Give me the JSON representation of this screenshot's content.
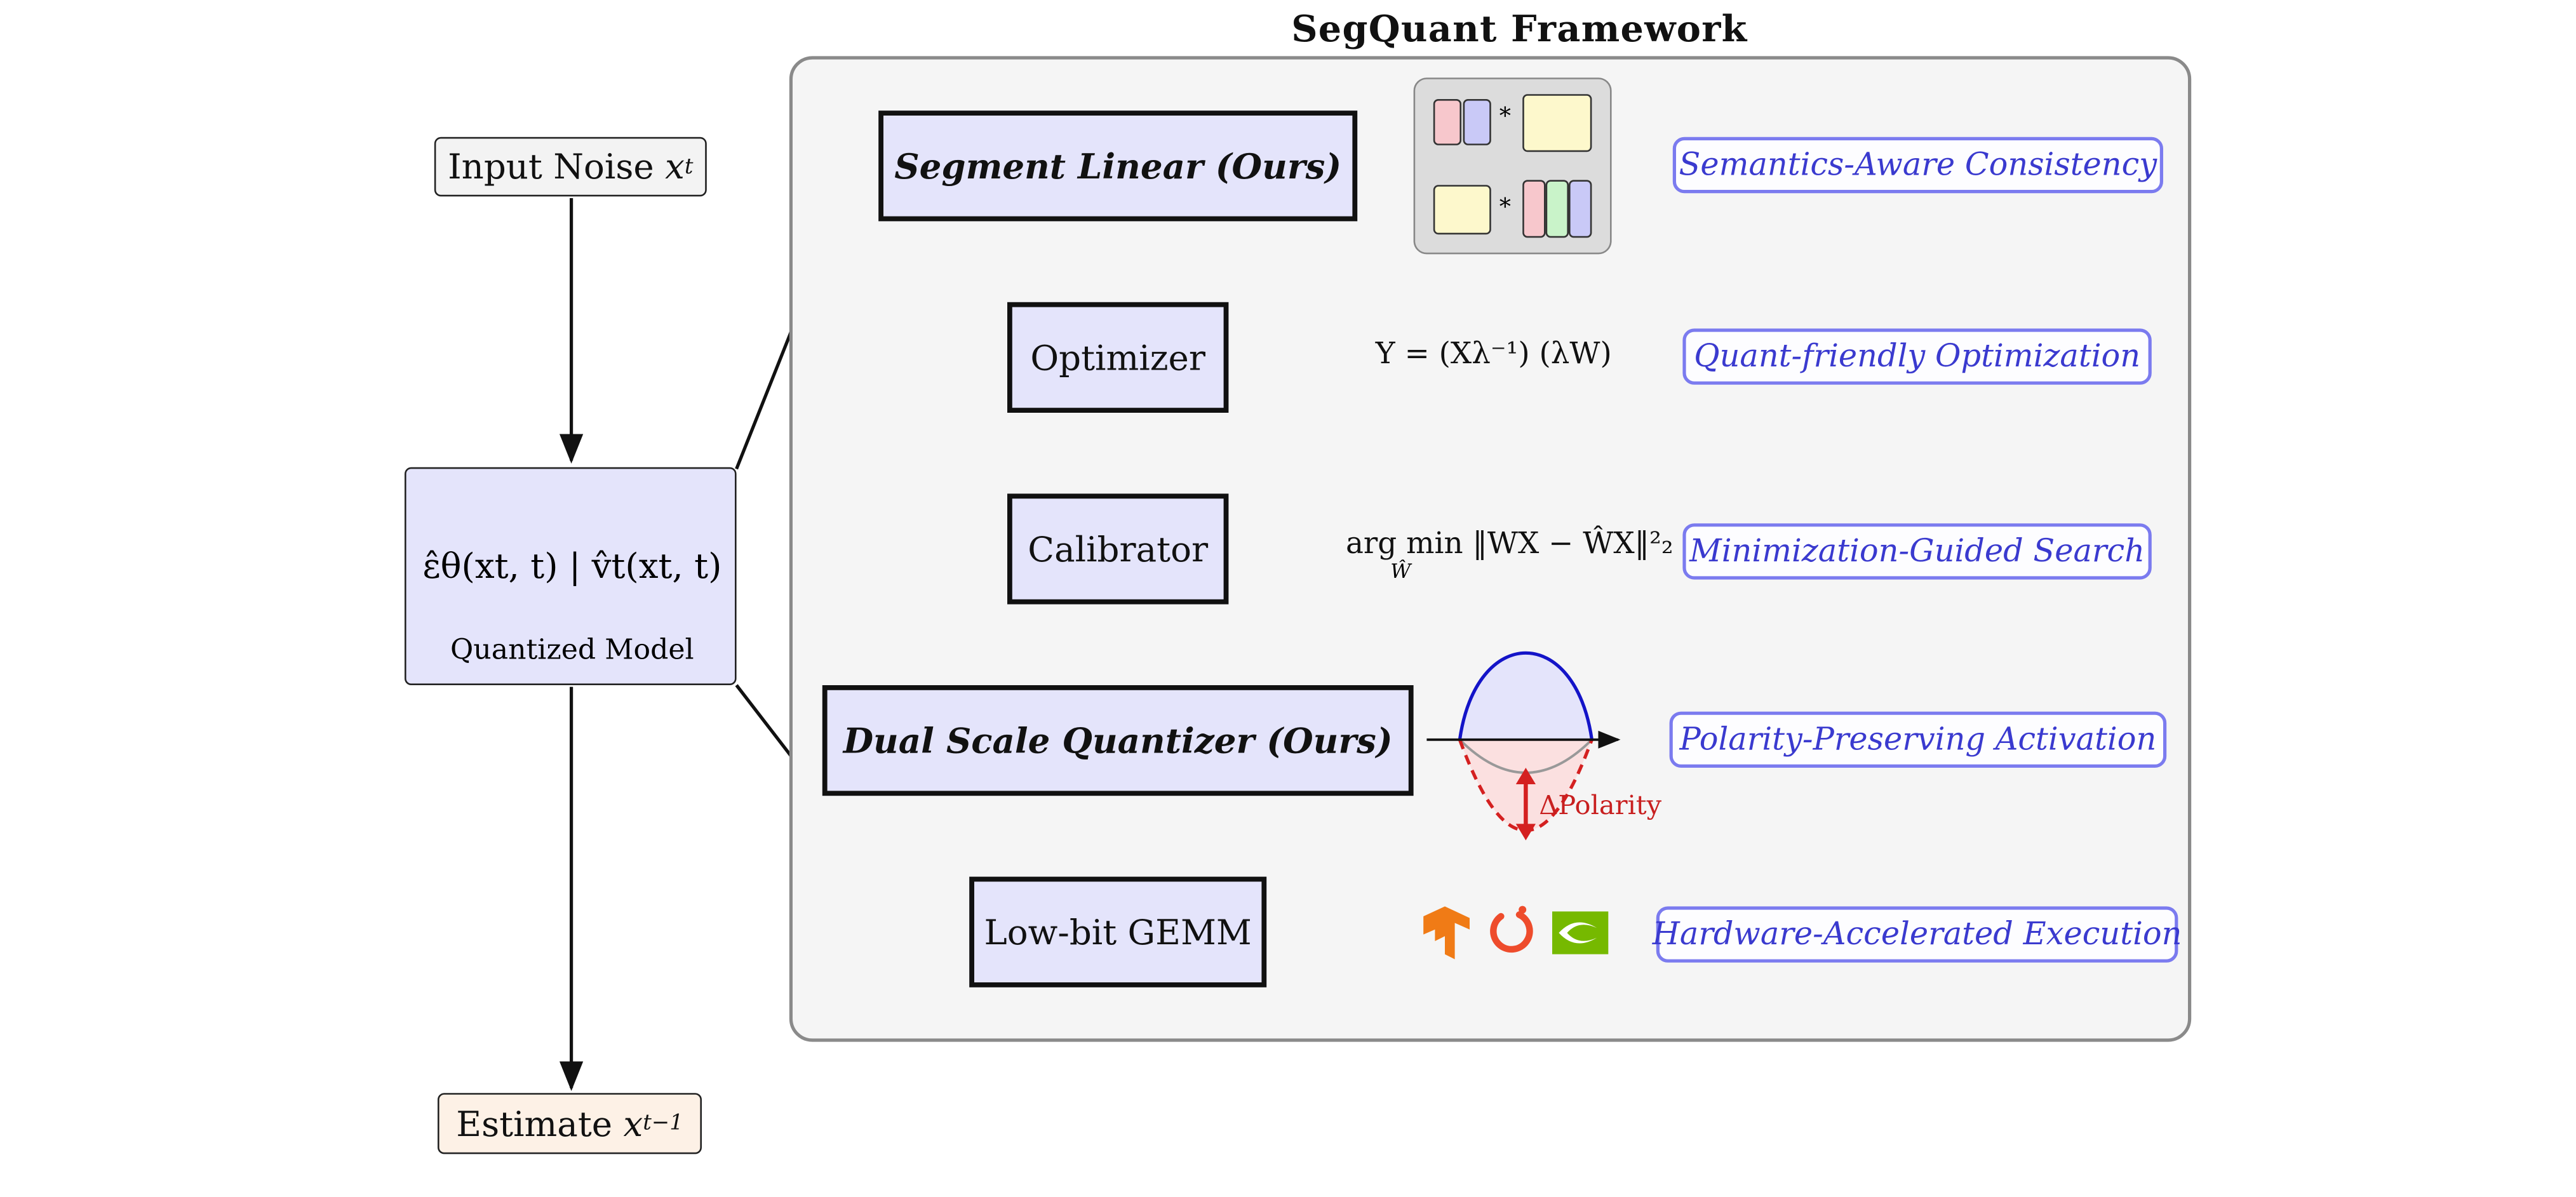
{
  "title": "SegQuant Framework",
  "left": {
    "input": "Input Noise",
    "input_var": "x",
    "input_sub": "t",
    "model_formula": "ε̂θ(xt, t) | v̂t(xt, t)",
    "model_label": "Quantized Model",
    "output": "Estimate",
    "output_var": "x",
    "output_sub": "t−1"
  },
  "pipeline": [
    {
      "label": "Segment Linear (Ours)",
      "tag": "Semantics-Aware Consistency"
    },
    {
      "label": "Optimizer",
      "formula": "Y = (Xλ⁻¹) (λW)",
      "tag": "Quant-friendly Optimization"
    },
    {
      "label": "Calibrator",
      "formula": "arg min ‖WX − ŴX‖²₂",
      "formula_sub": "Ŵ",
      "tag": "Minimization-Guided Search"
    },
    {
      "label": "Dual Scale Quantizer (Ours)",
      "annotation": "ΔPolarity",
      "tag": "Polarity-Preserving Activation"
    },
    {
      "label": "Low-bit GEMM",
      "tag": "Hardware-Accelerated Execution"
    }
  ],
  "icons": [
    "tensorflow-icon",
    "pytorch-icon",
    "nvidia-icon"
  ],
  "colors": {
    "node_fill": "#e4e4fb",
    "tag_border": "#7b7bef",
    "tag_text": "#3a3acf",
    "framework_fill": "#f5f5f5",
    "curve_blue": "#1414c8",
    "polarity_red": "#d42020",
    "input_fill": "#f3f3f3",
    "output_fill": "#fdf1e6"
  }
}
